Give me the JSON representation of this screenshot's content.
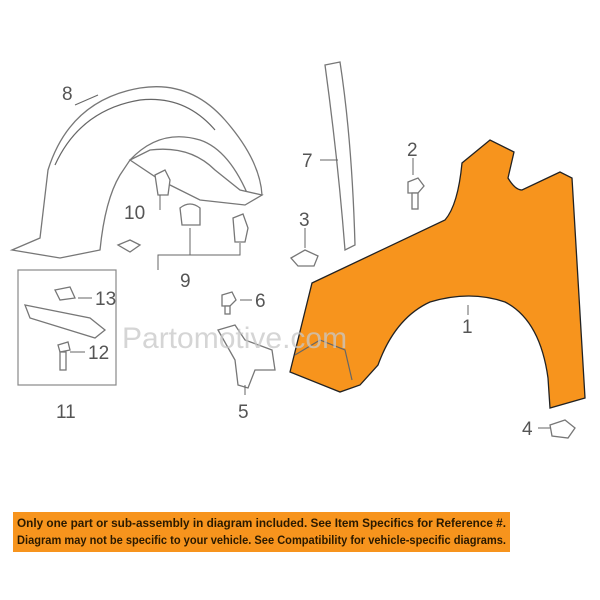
{
  "diagram": {
    "watermark": "Partomotive.com",
    "callouts": [
      "1",
      "2",
      "3",
      "4",
      "5",
      "6",
      "7",
      "8",
      "9",
      "10",
      "11",
      "12",
      "13"
    ],
    "highlight_color": "#f7941d"
  },
  "banner": {
    "line1": "Only one part or sub-assembly in diagram included. See Item Specifics for Reference #.",
    "line2": "Diagram may not be specific to your vehicle. See Compatibility for vehicle-specific diagrams."
  }
}
